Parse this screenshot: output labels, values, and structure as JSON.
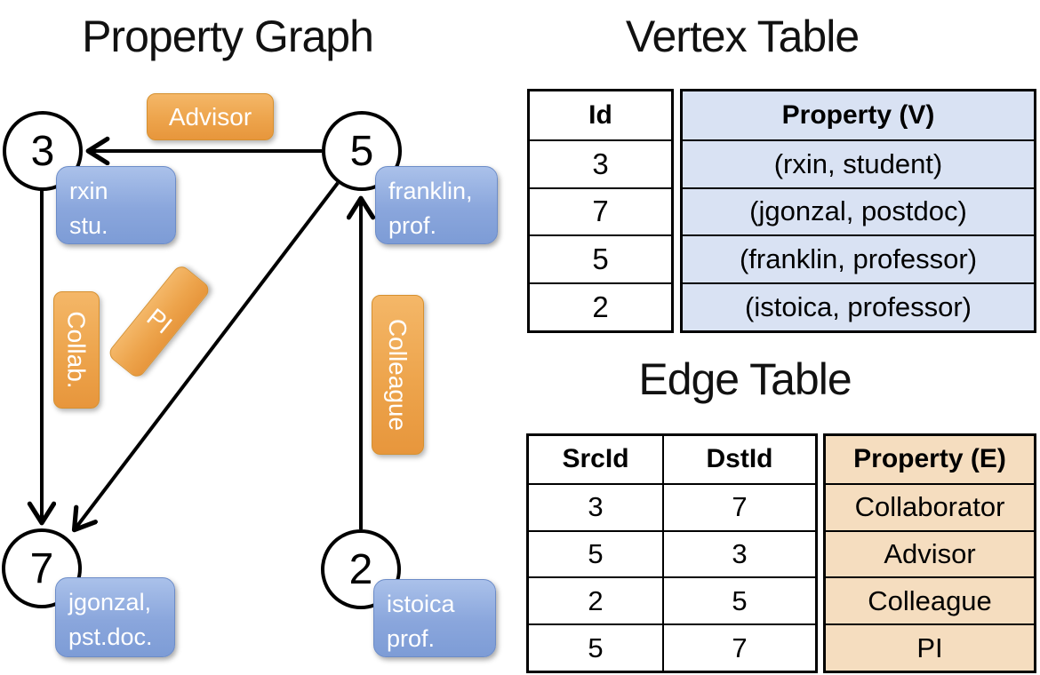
{
  "colors": {
    "background": "#ffffff",
    "node_stroke": "#000000",
    "edge_label_orange": "#eda44c",
    "vertex_box_blue": "#8aa6dc",
    "vertex_table_fill": "#d9e2f3",
    "edge_table_fill": "#f5ddbf",
    "badge_text": "#ffffff"
  },
  "left_panel": {
    "title": "Property Graph",
    "nodes": [
      {
        "id": "3",
        "property_line1": "rxin",
        "property_line2": "stu."
      },
      {
        "id": "5",
        "property_line1": "franklin,",
        "property_line2": "prof."
      },
      {
        "id": "7",
        "property_line1": "jgonzal,",
        "property_line2": "pst.doc."
      },
      {
        "id": "2",
        "property_line1": "istoica",
        "property_line2": "prof."
      }
    ],
    "edge_labels": {
      "advisor": "Advisor",
      "collab": "Collab.",
      "pi": "PI",
      "colleague": "Colleague"
    },
    "edges": [
      {
        "src": "5",
        "dst": "3",
        "label": "Advisor"
      },
      {
        "src": "3",
        "dst": "7",
        "label": "Collab."
      },
      {
        "src": "5",
        "dst": "7",
        "label": "PI"
      },
      {
        "src": "2",
        "dst": "5",
        "label": "Colleague"
      }
    ]
  },
  "vertex_table": {
    "title": "Vertex Table",
    "headers": {
      "id": "Id",
      "property": "Property (V)"
    },
    "rows": [
      {
        "id": "3",
        "property": "(rxin, student)"
      },
      {
        "id": "7",
        "property": "(jgonzal, postdoc)"
      },
      {
        "id": "5",
        "property": "(franklin, professor)"
      },
      {
        "id": "2",
        "property": "(istoica, professor)"
      }
    ]
  },
  "edge_table": {
    "title": "Edge Table",
    "headers": {
      "src": "SrcId",
      "dst": "DstId",
      "property": "Property (E)"
    },
    "rows": [
      {
        "src": "3",
        "dst": "7",
        "property": "Collaborator"
      },
      {
        "src": "5",
        "dst": "3",
        "property": "Advisor"
      },
      {
        "src": "2",
        "dst": "5",
        "property": "Colleague"
      },
      {
        "src": "5",
        "dst": "7",
        "property": "PI"
      }
    ]
  }
}
